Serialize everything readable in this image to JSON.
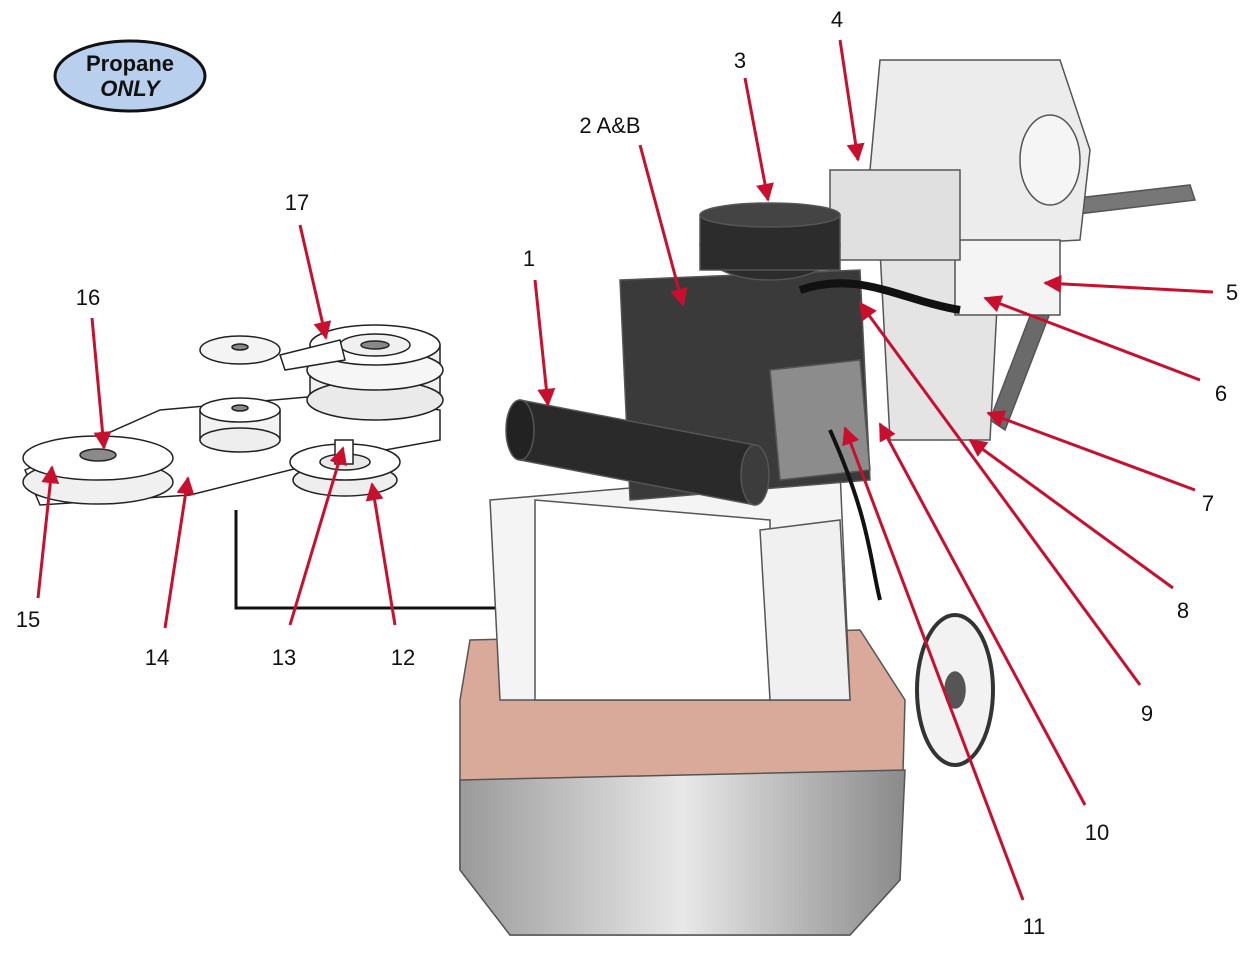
{
  "badge": {
    "line1": "Propane",
    "line2": "ONLY",
    "fill": "#b9cfee",
    "stroke": "#111111"
  },
  "callouts": [
    {
      "id": "1",
      "label": "1"
    },
    {
      "id": "2",
      "label": "2 A&B"
    },
    {
      "id": "3",
      "label": "3"
    },
    {
      "id": "4",
      "label": "4"
    },
    {
      "id": "5",
      "label": "5"
    },
    {
      "id": "6",
      "label": "6"
    },
    {
      "id": "7",
      "label": "7"
    },
    {
      "id": "8",
      "label": "8"
    },
    {
      "id": "9",
      "label": "9"
    },
    {
      "id": "10",
      "label": "10"
    },
    {
      "id": "11",
      "label": "11"
    },
    {
      "id": "12",
      "label": "12"
    },
    {
      "id": "13",
      "label": "13"
    },
    {
      "id": "14",
      "label": "14"
    },
    {
      "id": "15",
      "label": "15"
    },
    {
      "id": "16",
      "label": "16"
    },
    {
      "id": "17",
      "label": "17"
    }
  ],
  "colors": {
    "arrow": "#c8102e",
    "connector": "#111111",
    "machine_body": "#e6e6e6",
    "machine_dark": "#3a3a3a",
    "housing": "#d9a99a"
  }
}
